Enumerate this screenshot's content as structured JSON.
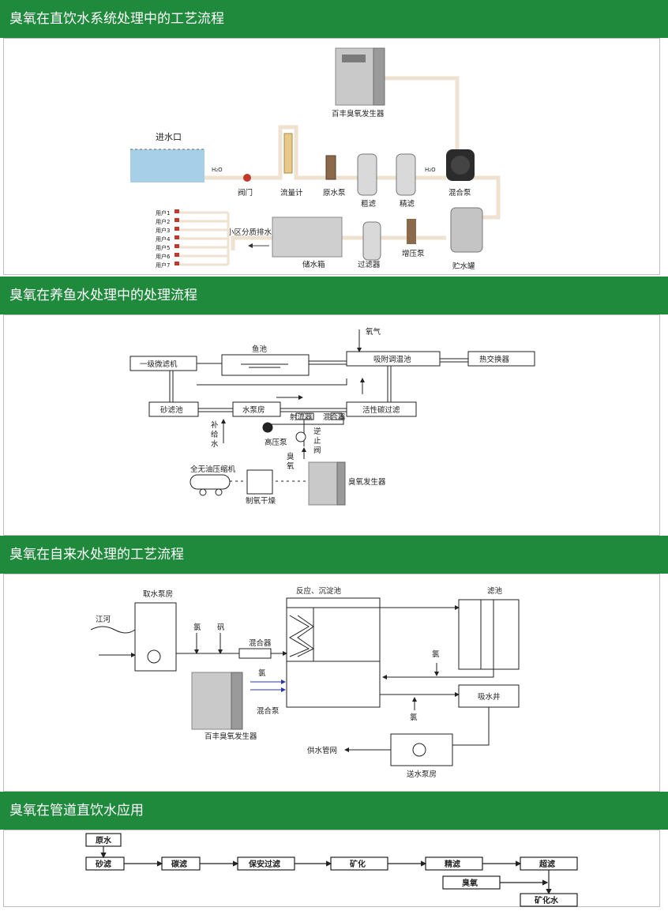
{
  "sections": {
    "s1": {
      "title": "臭氧在直饮水系统处理中的工艺流程",
      "generator": "百丰臭氧发生器",
      "inlet": "进水口",
      "h2o": "H₂O",
      "valve": "阀门",
      "flowmeter": "流量计",
      "raw_pump": "原水泵",
      "coarse": "粗滤",
      "fine": "精滤",
      "mix_pump": "混合泵",
      "tank": "贮水罐",
      "booster": "增压泵",
      "filter": "过滤器",
      "storage": "储水箱",
      "district": "小区分质排水",
      "users": [
        "用户1",
        "用户2",
        "用户3",
        "用户4",
        "用户5",
        "用户6",
        "用户7"
      ]
    },
    "s2": {
      "title": "臭氧在养鱼水处理中的处理流程",
      "oxygen": "氧气",
      "fishpond": "鱼池",
      "micro_filter": "一级微滤机",
      "adsorb": "吸附调温池",
      "heat_exchanger": "热交换器",
      "sand": "砂滤池",
      "pump_room": "水泵房",
      "carbon": "活性碳过滤",
      "ejector": "射流器",
      "mixer": "混合器",
      "makeup": [
        "补",
        "给",
        "水"
      ],
      "hp_pump": "高压泵",
      "check_valve": [
        "逆",
        "止",
        "阀"
      ],
      "ozone": [
        "臭",
        "氧"
      ],
      "compressor": "全无油压缩机",
      "dryer": "制氧干燥",
      "generator": "臭氧发生器"
    },
    "s3": {
      "title": "臭氧在自来水处理的工艺流程",
      "intake": "取水泵房",
      "river": "江河",
      "chlorine1": "氯",
      "alum": "矾",
      "mixer": "混合器",
      "reaction": "反应、沉淀池",
      "filter_pool": "滤池",
      "chlorine2": "氯",
      "chlorine3": "氯",
      "mix_pump": "混合泵",
      "suction_well": "吸水井",
      "chlorine4": "氯",
      "supply": "供水管网",
      "send_pump": "送水泵房",
      "generator": "百丰臭氧发生器"
    },
    "s4": {
      "title": "臭氧在管道直饮水应用",
      "raw": "原水",
      "sand": "砂滤",
      "carbon": "碳滤",
      "security": "保安过滤",
      "mineral": "矿化",
      "fine": "精滤",
      "ultra": "超滤",
      "ozone": "臭氧",
      "mineral_water": "矿化水"
    }
  },
  "colors": {
    "band": "#1f8a3c",
    "pipe": "#f2e6d6",
    "water": "#a8cfe8",
    "red": "#c0392b",
    "blue": "#2b3a9b"
  }
}
